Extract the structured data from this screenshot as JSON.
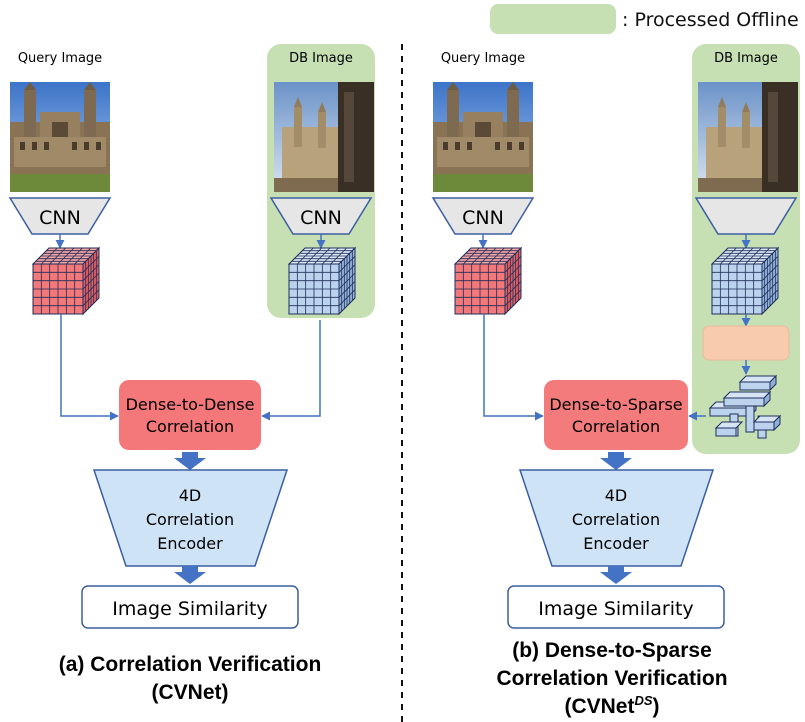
{
  "legend": {
    "label": ": Processed Offline",
    "color": "#c6e0b4"
  },
  "left": {
    "query_label": "Query Image",
    "db_label": "DB Image",
    "cnn_query": "CNN",
    "cnn_db": "CNN",
    "correlation": [
      "Dense-to-Dense",
      "Correlation"
    ],
    "encoder": [
      "4D",
      "Correlation",
      "Encoder"
    ],
    "output": "Image Similarity",
    "caption": [
      "(a)  Correlation Verification",
      "(CVNet)"
    ]
  },
  "right": {
    "query_label": "Query Image",
    "db_label": "DB Image",
    "cnn_query": "CNN",
    "correlation": [
      "Dense-to-Sparse",
      "Correlation"
    ],
    "encoder": [
      "4D",
      "Correlation",
      "Encoder"
    ],
    "output": "Image Similarity",
    "caption_line1": "(b) Dense-to-Sparse",
    "caption_line2": "Correlation Verification",
    "caption_line3_prefix": "(CVNet",
    "caption_line3_sup": "DS",
    "caption_line3_suffix": ")"
  },
  "colors": {
    "offline_bg": "#c6e0b4",
    "correlation_fill": "#f4777a",
    "correlation_fill_sparse": "#f47b7b",
    "encoder_fill": "#cfe3f7",
    "cnn_fill": "#e6e6e6",
    "arrow": "#4472c4",
    "query_cube": "#f2787a",
    "db_cube": "#bcd3ee",
    "peach_box": "#f8cbad"
  }
}
